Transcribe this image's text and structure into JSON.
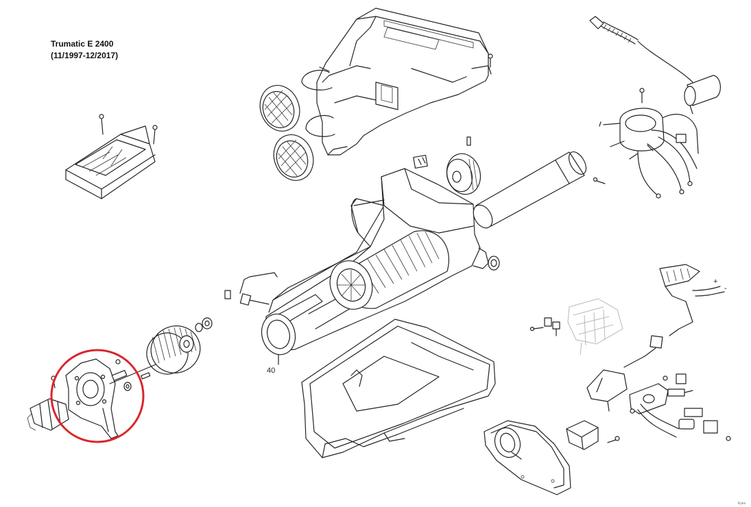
{
  "title": {
    "line1": "Trumatic E 2400",
    "line2": "(11/1997-12/2017)"
  },
  "labels": {
    "part_40": "40",
    "plus": "+",
    "minus": "-",
    "corner": "Eyes"
  },
  "highlight": {
    "color": "#d9262c",
    "target": "blower motor assembly"
  }
}
